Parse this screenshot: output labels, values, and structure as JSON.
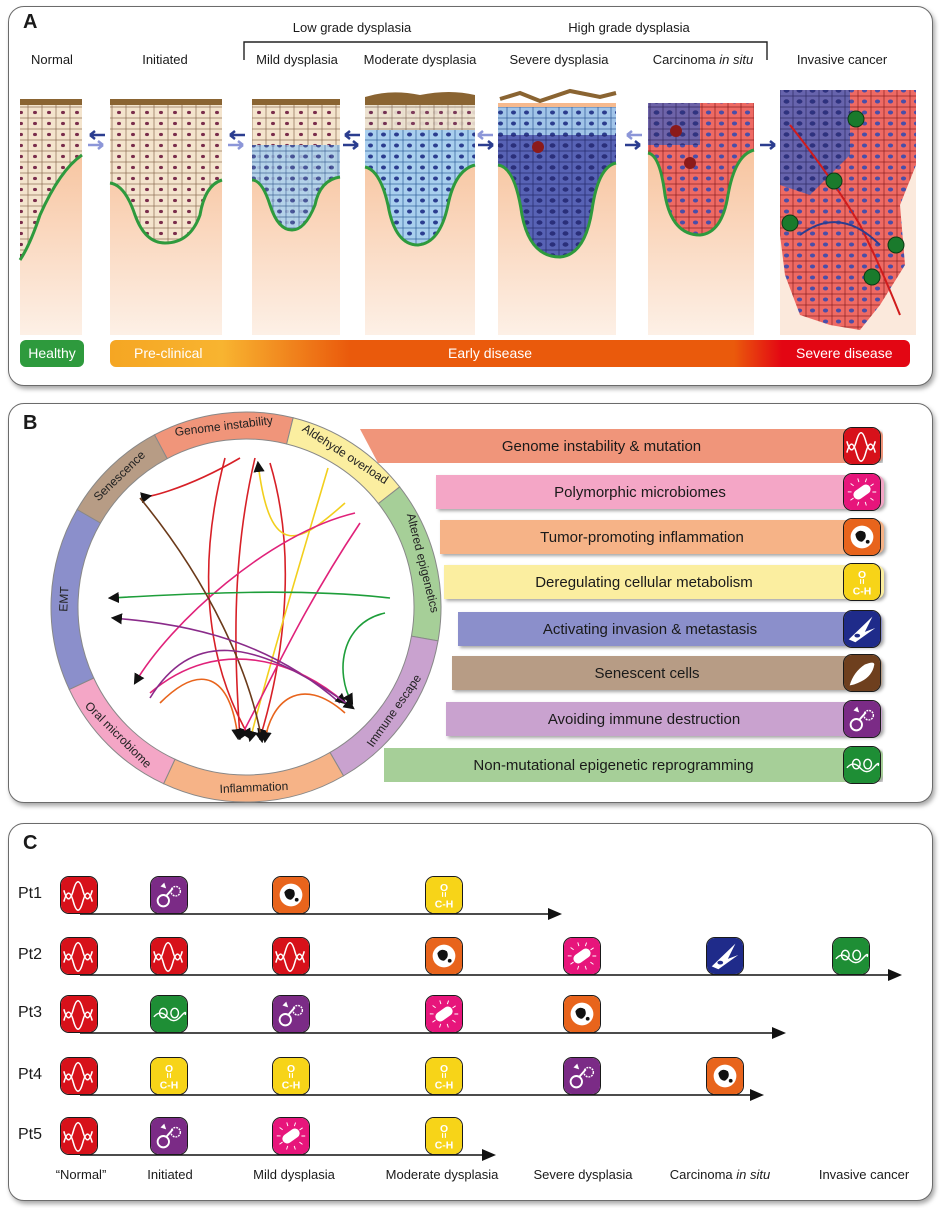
{
  "panel_a": {
    "label": "A",
    "grade_low": "Low grade dysplasia",
    "grade_high": "High grade dysplasia",
    "stages": [
      "Normal",
      "Initiated",
      "Mild dysplasia",
      "Moderate dysplasia",
      "Severe dysplasia",
      "Carcinoma ",
      "Invasive cancer"
    ],
    "cis_italic": "in situ",
    "bars": [
      "Healthy",
      "Pre-clinical",
      "Early disease",
      "Severe disease"
    ],
    "colors": {
      "healthy": "#2e9a3d",
      "preclinical": "#f5a623",
      "early": "#ea5a0c",
      "severe": "#e30613"
    }
  },
  "panel_b": {
    "label": "B",
    "ring_segments": [
      "Genome instability",
      "Aldehyde overload",
      "Altered epigenetics",
      "Immune escape",
      "Inflammation",
      "Oral microbiome",
      "EMT",
      "Senescence"
    ],
    "hallmarks": [
      {
        "label": "Genome instability & mutation",
        "color": "#f0957a",
        "icon": "dna-icon"
      },
      {
        "label": "Polymorphic microbiomes",
        "color": "#f4a6c6",
        "icon": "bacterium-icon"
      },
      {
        "label": "Tumor-promoting inflammation",
        "color": "#f6b387",
        "icon": "macrophage-icon"
      },
      {
        "label": "Deregulating cellular metabolism",
        "color": "#fbeea0",
        "icon": "aldehyde-icon"
      },
      {
        "label": "Activating invasion & metastasis",
        "color": "#8b8fcb",
        "icon": "invasive-cell-icon"
      },
      {
        "label": "Senescent cells",
        "color": "#b79c85",
        "icon": "senescent-cell-icon"
      },
      {
        "label": "Avoiding immune destruction",
        "color": "#c9a2cf",
        "icon": "immune-evasion-icon"
      },
      {
        "label": "Non-mutational epigenetic reprogramming",
        "color": "#a6cf98",
        "icon": "epigenetic-icon"
      }
    ]
  },
  "panel_c": {
    "label": "C",
    "stages": [
      "“Normal”",
      "Initiated",
      "Mild dysplasia",
      "Moderate dysplasia",
      "Severe dysplasia",
      "Carcinoma ",
      "Invasive cancer"
    ],
    "cis_italic": "in situ",
    "patients": [
      {
        "name": "Pt1",
        "icons": [
          "dna-icon",
          "immune-evasion-icon",
          "macrophage-icon",
          "aldehyde-icon"
        ]
      },
      {
        "name": "Pt2",
        "icons": [
          "dna-icon",
          "dna-icon",
          "dna-icon",
          "macrophage-icon",
          "bacterium-icon",
          "invasive-cell-icon",
          "epigenetic-icon"
        ]
      },
      {
        "name": "Pt3",
        "icons": [
          "dna-icon",
          "epigenetic-icon",
          "immune-evasion-icon",
          "bacterium-icon",
          "macrophage-icon"
        ]
      },
      {
        "name": "Pt4",
        "icons": [
          "dna-icon",
          "aldehyde-icon",
          "aldehyde-icon",
          "aldehyde-icon",
          "immune-evasion-icon",
          "macrophage-icon"
        ]
      },
      {
        "name": "Pt5",
        "icons": [
          "dna-icon",
          "immune-evasion-icon",
          "bacterium-icon",
          "aldehyde-icon"
        ]
      }
    ]
  },
  "aldehyde_text": {
    "top": "O",
    "bottom": "C-H"
  }
}
